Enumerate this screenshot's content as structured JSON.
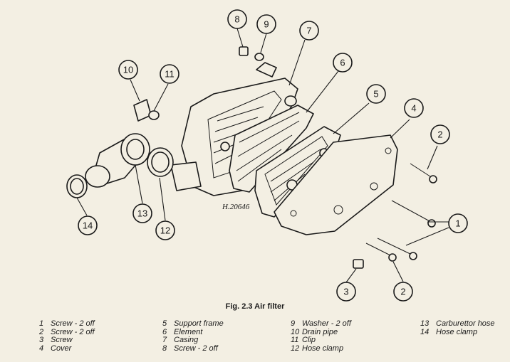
{
  "figure": {
    "caption": "Fig. 2.3 Air filter",
    "drawing_ref": "H.20646"
  },
  "callouts": [
    {
      "id": "8",
      "label": "8"
    },
    {
      "id": "9",
      "label": "9"
    },
    {
      "id": "7",
      "label": "7"
    },
    {
      "id": "10",
      "label": "10"
    },
    {
      "id": "11",
      "label": "11"
    },
    {
      "id": "6",
      "label": "6"
    },
    {
      "id": "5",
      "label": "5"
    },
    {
      "id": "4",
      "label": "4"
    },
    {
      "id": "2a",
      "label": "2"
    },
    {
      "id": "1",
      "label": "1"
    },
    {
      "id": "14",
      "label": "14"
    },
    {
      "id": "13",
      "label": "13"
    },
    {
      "id": "12",
      "label": "12"
    },
    {
      "id": "3",
      "label": "3"
    },
    {
      "id": "2b",
      "label": "2"
    }
  ],
  "legend": [
    [
      {
        "num": "1",
        "text": "Screw - 2 off"
      },
      {
        "num": "2",
        "text": "Screw - 2 off"
      },
      {
        "num": "3",
        "text": "Screw"
      },
      {
        "num": "4",
        "text": "Cover"
      }
    ],
    [
      {
        "num": "5",
        "text": "Support frame"
      },
      {
        "num": "6",
        "text": "Element"
      },
      {
        "num": "7",
        "text": "Casing"
      },
      {
        "num": "8",
        "text": "Screw - 2 off"
      }
    ],
    [
      {
        "num": "9",
        "text": "Washer - 2 off"
      },
      {
        "num": "10",
        "text": "Drain pipe"
      },
      {
        "num": "11",
        "text": "Clip"
      },
      {
        "num": "12",
        "text": "Hose clamp"
      }
    ],
    [
      {
        "num": "13",
        "text": "Carburettor hose"
      },
      {
        "num": "14",
        "text": "Hose clamp"
      }
    ]
  ]
}
